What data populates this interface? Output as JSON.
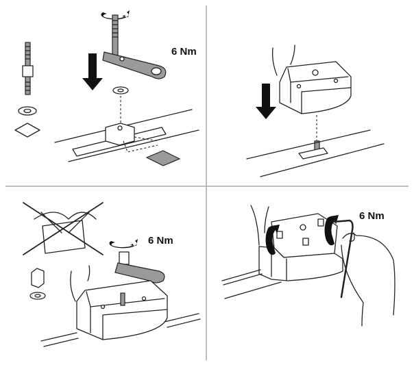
{
  "steps": [
    {
      "torque_label": "6 Nm"
    },
    {},
    {
      "torque_label": "6 Nm"
    },
    {
      "torque_label": "6 Nm"
    }
  ],
  "colors": {
    "line": "#222222",
    "divider": "#a8a8a8",
    "part_fill": "#9a9a9a"
  }
}
